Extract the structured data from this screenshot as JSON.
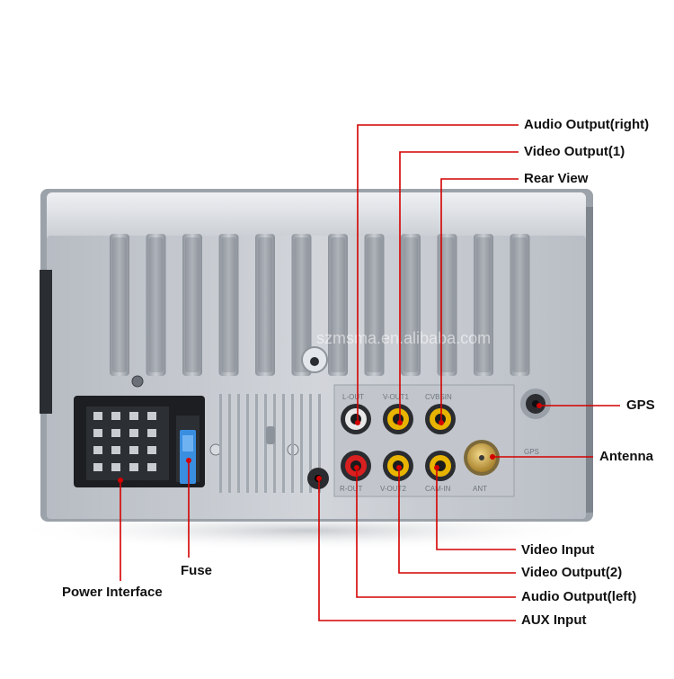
{
  "diagram": {
    "watermark": "szmsma.en.alibaba.com",
    "panel_markings": {
      "l_out": "L-OUT",
      "v_out1": "V-OUT1",
      "cvbs_in": "CVBSIN",
      "r_out": "R-OUT",
      "v_out2": "V-OUT2",
      "cam_in": "CAM-IN",
      "ant": "ANT",
      "gps": "GPS"
    },
    "callouts": {
      "audio_output_right": "Audio Output(right)",
      "video_output_1": "Video Output(1)",
      "rear_view": "Rear View",
      "gps": "GPS",
      "antenna": "Antenna",
      "video_input": "Video Input",
      "video_output_2": "Video Output(2)",
      "audio_output_left": "Audio Output(left)",
      "aux_input": "AUX Input",
      "fuse": "Fuse",
      "power_interface": "Power Interface"
    },
    "colors": {
      "leader_line": "#d40000",
      "label_text": "#111111",
      "housing": "#c9cdd3",
      "rca_white_ring": "#e8e8e8",
      "rca_red_ring": "#d82020",
      "rca_yellow_ring": "#e8b400",
      "fuse": "#3a8ee0"
    }
  }
}
